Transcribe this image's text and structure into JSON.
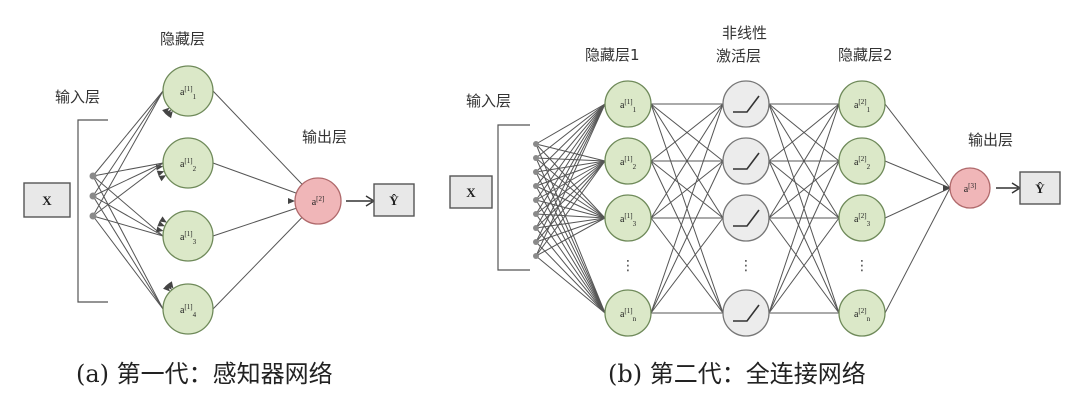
{
  "panel_a": {
    "label_input": "输入层",
    "label_hidden": "隐藏层",
    "label_output": "输出层",
    "input_box": "X",
    "output_box": "Ŷ",
    "hidden_nodes": [
      {
        "base": "a",
        "sup": "[1]",
        "sub": "1"
      },
      {
        "base": "a",
        "sup": "[1]",
        "sub": "2"
      },
      {
        "base": "a",
        "sup": "[1]",
        "sub": "3"
      },
      {
        "base": "a",
        "sup": "[1]",
        "sub": "4"
      }
    ],
    "output_node": {
      "base": "a",
      "sup": "[2]",
      "sub": ""
    },
    "caption": "(a) 第一代：感知器网络"
  },
  "panel_b": {
    "label_input": "输入层",
    "label_hidden1": "隐藏层1",
    "label_activation_line1": "非线性",
    "label_activation_line2": "激活层",
    "label_hidden2": "隐藏层2",
    "label_output": "输出层",
    "input_box": "X",
    "output_box": "Ŷ",
    "hidden1_nodes": [
      {
        "base": "a",
        "sup": "[1]",
        "sub": "1"
      },
      {
        "base": "a",
        "sup": "[1]",
        "sub": "2"
      },
      {
        "base": "a",
        "sup": "[1]",
        "sub": "3"
      },
      {
        "base": "a",
        "sup": "[1]",
        "sub": "n"
      }
    ],
    "hidden2_nodes": [
      {
        "base": "a",
        "sup": "[2]",
        "sub": "1"
      },
      {
        "base": "a",
        "sup": "[2]",
        "sub": "2"
      },
      {
        "base": "a",
        "sup": "[2]",
        "sub": "3"
      },
      {
        "base": "a",
        "sup": "[2]",
        "sub": "n"
      }
    ],
    "output_node": {
      "base": "a",
      "sup": "[3]",
      "sub": ""
    },
    "ellipsis": "⋮",
    "caption": "(b) 第二代：全连接网络"
  },
  "colors": {
    "hidden_fill": "#dbe8c8",
    "output_fill": "#f0b6b8",
    "activation_fill": "#ececec",
    "edge": "#555555"
  }
}
